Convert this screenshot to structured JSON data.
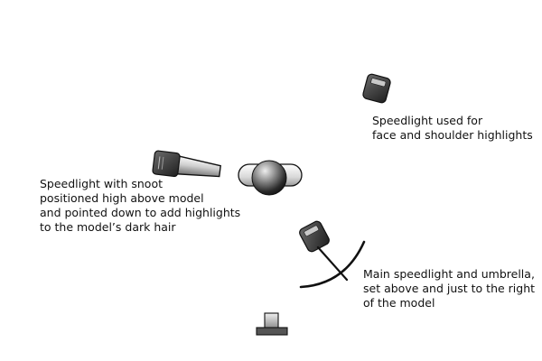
{
  "labels": {
    "face_speedlight": [
      "Speedlight used for",
      "face and shoulder highlights"
    ],
    "snoot_speedlight": [
      "Speedlight with snoot",
      "positioned high above model",
      "and pointed down to add highlights",
      "to the model’s dark hair"
    ],
    "main_speedlight": [
      "Main speedlight and umbrella,",
      "set above and just to the right",
      " of the model"
    ]
  },
  "colors": {
    "ink": "#111111",
    "device_dark": "#3a3a3a",
    "device_light": "#e8e8e8",
    "background": "#ffffff"
  },
  "icons": [
    "speedlight-icon",
    "snoot-speedlight-icon",
    "model-head-icon",
    "umbrella-icon",
    "camera-icon"
  ]
}
